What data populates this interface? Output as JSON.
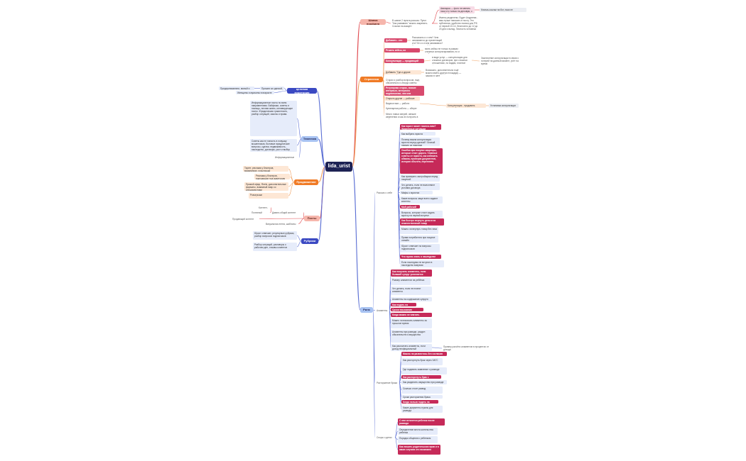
{
  "root": "lida_urist",
  "nodes": {
    "shapka": "Шапка профиля",
    "shapka_desc": "В шапке 2 пункта рассказ. Пункт \"Как развивать\" можно закрепить. Ссылки на аккаунт",
    "shapka_q1": "Аватарка — фото не менять пока что только на деловую, с улыбкой",
    "shapka_q2": "Кнопка-ссылки на бот, пока не используем",
    "shapka_info": "Имена разделены. Будет Андреева - вам лучше написать в посту. Это публичная, удобство поиска для РФ, от первой 10-14, бесплатно до 12 до 20 дня и вклад. Личность человека видимо поэтому",
    "strategy": "Стратегия",
    "dobav": "Добавить - кто она",
    "dobav_q": "Рассказать и о чем? Чем занимаются до презентаций кто? Кто я и чем занимаюсь? Что-то личное? Как я пришла в профессию?",
    "reshit": "Решить кейсы, их определить",
    "reshit_q": "взять кейсы не только в рамках сложных консультирования, но и в области",
    "kons": "Консультация — продающий пост \"услуги\"",
    "kons_q": "в виде услуг — консультация для сложных договоров, при сложных отношениях, по видам, платное фото",
    "kons_q2": "Заключение консультации в связи с потерей на данный момент, учёт на время",
    "dobav2": "Добавить \"Где и другие площадки\"",
    "dobav2_q": "Возможно, дополнительно ещё можно иметь другую площадку — задачи в чате",
    "strat_s1": "Сторис и разбор вопросов, еще, обязательно и иногда советы",
    "strat_h1": "Регулярная сторис, всякие интервью, интересно подписчикам, чем она занимается",
    "strat_s2": "Открыть другие — рабочие часы",
    "strat_s3": "Видеоотзыв — работа",
    "strat_s4": "Кулинарная работа — оберег",
    "strat_s5": "Много новых зверей, свежие изменения и как их получить в работу",
    "strat_side": "Консультация - продавать дальнейшее",
    "strat_side2": "Установка консультации",
    "audience": "целевая аудитория",
    "aud_1": "Предприниматели, малый и средний бизнес",
    "aud_2": "Женщины и мужчины в возрасте 25-45 лет",
    "aud_3": "Пришли за сделкой, и развод",
    "tematika": "Тематика",
    "tematika_text": "Информационные посты по всем направлениям. Лайфхаки, советы и помощь, личная жизнь, мотивирующие посты. Юридическая грамотность, разбор ситуаций, законы и права.",
    "tematika_text2": "Советы как не попасть в ловушку мошенников, бытовые юридические вопросы, сделки, недвижимость, наследство, договоры, рост и выбор юриста.",
    "tematika_text3": "Информационные посты",
    "prodvizh": "Продвижение",
    "prodv_1": "Таргет, реклама у блогеров, взаимопиар, розыгрыши",
    "prodv_2": "Реклама у блогеров, подходящих под аудиторию",
    "prodv_3": "Прямой эфир, Reels, дополнительные форматы, взаимный пиар со специалистами",
    "prodv_4": "Розыгрыши",
    "posty": "Посты",
    "posty_1": "Контент-план",
    "posty_2": "Полезный контент",
    "posty_3": "Продающий контент",
    "posty_4": "Давать общий контент",
    "posty_5": "Визуальная лента, шаблоны",
    "rubriki": "Рубрики",
    "rubriki_1": "Юрист отвечает, регулярные рубрики, разбор вопросов подписчиков",
    "rubriki_2": "Разбор ситуаций, разговоры о рабочем дне, отзывы клиентов",
    "reels": "Рилс",
    "r_rasska": "Рассказ о себе",
    "r_h1": "Как юрист может помочь вам? Жизненные ситуации",
    "r_p1": "Как выбрать юриста",
    "r_p2": "Почему важна консультация юриста перед сделкой? Личный пример из практики",
    "r_h2": "Ошибки при покупке квартиры, которые стоят дорого. Главные советы от юриста, как избежать обмана, проверка документов, история объекта, переплата",
    "r_p3": "Как проверить застройщика перед покупкой",
    "r_p4": "Что делать, если не выполняют условия договора",
    "r_p5": "Мифы о юристах",
    "r_p6": "Какие вопросы чаще всего задают клиенты",
    "r_h3": "Мой рабочий день",
    "r_p7": "Вопросы, которые стоит задать юристу на первой встрече",
    "r_h4": "Как быстро вернуть деньги за некачественный товар",
    "r_p8": "Можно ли вернуть товар без чека",
    "r_p9": "Права потребителя при покупке онлайн",
    "r_p10": "Юрист отвечает на вопросы подписчиков",
    "r_h5": "Что нужно знать о наследстве",
    "r_p11": "Если наследник не вступил в наследство вовремя",
    "r_alimenty": "Алименты",
    "a_h1": "Как получить алименты, если бывший супруг уклоняется",
    "a_p1": "Размер алиментов на ребёнка",
    "a_p2": "Что делать, если не платят алименты",
    "a_p3": "Алименты на содержание супруги",
    "a_h2": "Как подать на алименты",
    "a_h3": "Сроки взыскания алиментов",
    "a_h4": "Когда можно не платить алименты",
    "a_p4": "Можно ли взыскать алименты за прошлое время",
    "a_p5": "Алименты при разводе, раздел обязательств и имущества",
    "a_p6": "Как рассчитать алименты, если доход неофициальный",
    "a_side": "Пример расчёта алиментов в процентах от дохода",
    "r_brak": "Расторжение брака",
    "b_h1": "Можно ли развестись без согласия супруга",
    "b_p1": "Как расторгнуть брак через ЗАГС",
    "b_p2": "Где подавать заявление о разводе",
    "b_h2": "Как расторгнуть брак с ребенком",
    "b_p3": "Как разделить имущество при разводе",
    "b_p4": "Сколько стоит развод",
    "b_p5": "Сроки расторжения брака",
    "b_h3": "Когда нельзя подать на развод",
    "b_p6": "Какие документы нужны для развода",
    "r_deti": "Споры о детях",
    "d_h1": "С кем останется ребенок после развода",
    "d_p1": "Определение места жительства ребенка",
    "d_p2": "Порядок общения с ребенком",
    "d_h2": "Как лишить родительских прав и в каких случаях это возможно"
  },
  "colors": {
    "root": "#1d2254",
    "blue": "#3b49c2",
    "orange": "#f07b26",
    "pink": "#c62a59",
    "lightblue": "#a8c3f2",
    "edge_red": "#e0494f",
    "edge_blue": "#5b6fd4",
    "edge_orange": "#f0a060"
  }
}
